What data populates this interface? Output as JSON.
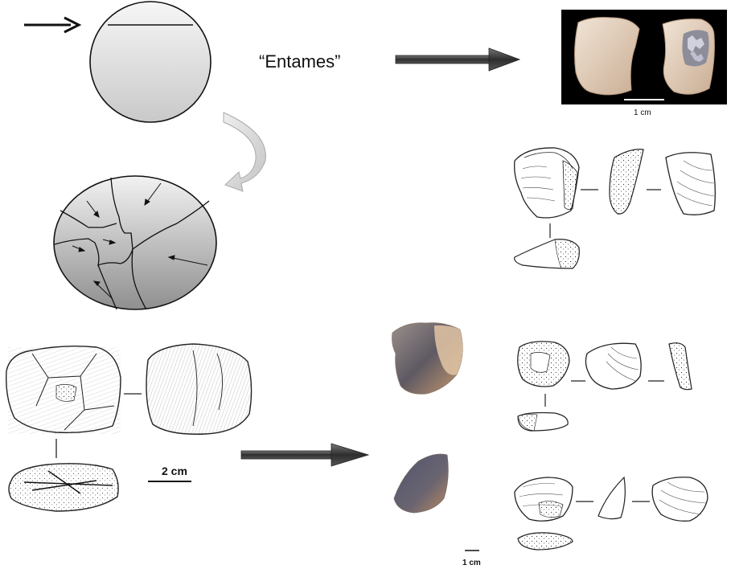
{
  "labels": {
    "entames": "“Entames”",
    "scale_photo_top": "1 cm",
    "scale_drawing": "2 cm",
    "scale_bottom": "1 cm"
  },
  "colors": {
    "arrow_dark": "#3a3a3a",
    "curved_arrow": "#d9d9d9",
    "photo_background": "#000000",
    "flint_light": "#e6d2bf",
    "flint_dark": "#6a6670",
    "sphere_fill_top": "#f3f3f3",
    "sphere_fill_bottom": "#9a9a9a"
  },
  "icons": {
    "pointer_arrow": "right-arrow-icon",
    "flow_arrow": "block-arrow-icon",
    "cycle_arrow": "curved-arrow-icon"
  }
}
